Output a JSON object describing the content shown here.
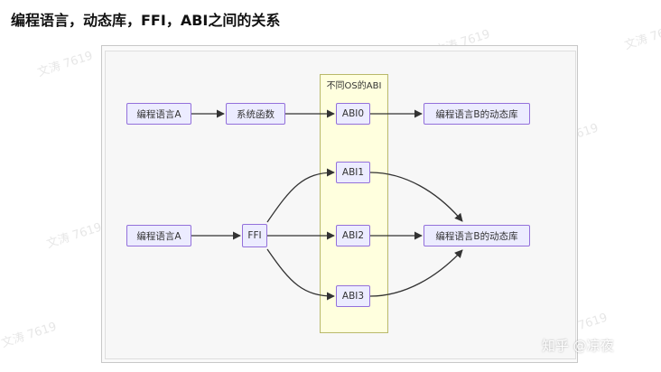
{
  "title": "编程语言，动态库，FFI，ABI之间的关系",
  "subgraph": {
    "label": "不同OS的ABI"
  },
  "nodes": {
    "lang_a_top": "编程语言A",
    "sys_funcs": "系统函数",
    "abi0": "ABI0",
    "lib_b_top": "编程语言B的动态库",
    "lang_a_bottom": "编程语言A",
    "ffi": "FFI",
    "abi1": "ABI1",
    "abi2": "ABI2",
    "abi3": "ABI3",
    "lib_b_bottom": "编程语言B的动态库"
  },
  "watermark": "文涛 7619",
  "brand": "知乎 @凉夜",
  "colors": {
    "node_fill": "#ececff",
    "node_border": "#9370db",
    "subgraph_fill": "#ffffde",
    "subgraph_border": "#b9b96a",
    "edge": "#333333"
  }
}
